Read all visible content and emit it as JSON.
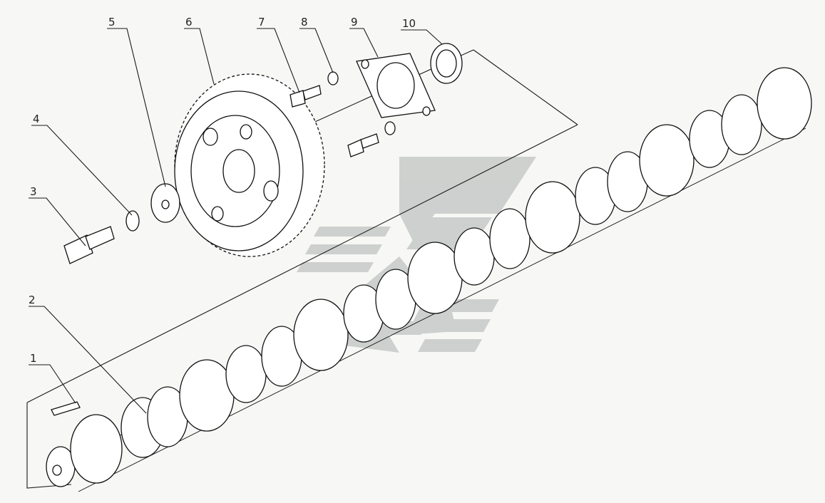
{
  "callouts": [
    {
      "number": "1"
    },
    {
      "number": "2"
    },
    {
      "number": "3"
    },
    {
      "number": "4"
    },
    {
      "number": "5"
    },
    {
      "number": "6"
    },
    {
      "number": "7"
    },
    {
      "number": "8"
    },
    {
      "number": "9"
    },
    {
      "number": "10"
    }
  ],
  "watermark_color": "#c9ccca",
  "icons": [
    "watermark-logo"
  ]
}
